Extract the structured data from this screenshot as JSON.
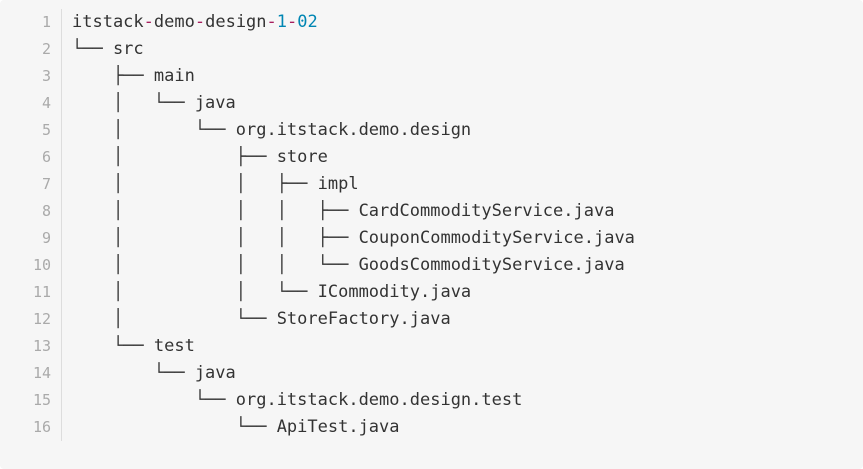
{
  "code_block": {
    "language": "text",
    "background_color": "#f6f6f6",
    "text_color": "#333333",
    "gutter_color": "#aaaaaa",
    "divider_color": "#dddddd",
    "accent_operator_color": "#a71d5d",
    "accent_number_color": "#0086b3",
    "line_count": 16,
    "lines": [
      {
        "number": "1",
        "text": "itstack-demo-design-1-02",
        "tokens": [
          {
            "t": "itstack",
            "k": "text"
          },
          {
            "t": "-",
            "k": "op"
          },
          {
            "t": "demo",
            "k": "text"
          },
          {
            "t": "-",
            "k": "op"
          },
          {
            "t": "design",
            "k": "text"
          },
          {
            "t": "-",
            "k": "op"
          },
          {
            "t": "1",
            "k": "num"
          },
          {
            "t": "-",
            "k": "op"
          },
          {
            "t": "02",
            "k": "num"
          }
        ]
      },
      {
        "number": "2",
        "text": "└── src",
        "tokens": [
          {
            "t": "└── src",
            "k": "text"
          }
        ]
      },
      {
        "number": "3",
        "text": "    ├── main",
        "tokens": [
          {
            "t": "    ├── main",
            "k": "text"
          }
        ]
      },
      {
        "number": "4",
        "text": "    │   └── java",
        "tokens": [
          {
            "t": "    │   └── java",
            "k": "text"
          }
        ]
      },
      {
        "number": "5",
        "text": "    │       └── org.itstack.demo.design",
        "tokens": [
          {
            "t": "    │       └── org.itstack.demo.design",
            "k": "text"
          }
        ]
      },
      {
        "number": "6",
        "text": "    │           ├── store",
        "tokens": [
          {
            "t": "    │           ├── store",
            "k": "text"
          }
        ]
      },
      {
        "number": "7",
        "text": "    │           │   ├── impl",
        "tokens": [
          {
            "t": "    │           │   ├── impl",
            "k": "text"
          }
        ]
      },
      {
        "number": "8",
        "text": "    │           │   │   ├── CardCommodityService.java",
        "tokens": [
          {
            "t": "    │           │   │   ├── CardCommodityService.java",
            "k": "text"
          }
        ]
      },
      {
        "number": "9",
        "text": "    │           │   │   ├── CouponCommodityService.java",
        "tokens": [
          {
            "t": "    │           │   │   ├── CouponCommodityService.java",
            "k": "text"
          }
        ]
      },
      {
        "number": "10",
        "text": "    │           │   │   └── GoodsCommodityService.java",
        "tokens": [
          {
            "t": "    │           │   │   └── GoodsCommodityService.java",
            "k": "text"
          }
        ]
      },
      {
        "number": "11",
        "text": "    │           │   └── ICommodity.java",
        "tokens": [
          {
            "t": "    │           │   └── ICommodity.java",
            "k": "text"
          }
        ]
      },
      {
        "number": "12",
        "text": "    │           └── StoreFactory.java",
        "tokens": [
          {
            "t": "    │           └── StoreFactory.java",
            "k": "text"
          }
        ]
      },
      {
        "number": "13",
        "text": "    └── test",
        "tokens": [
          {
            "t": "    └── test",
            "k": "text"
          }
        ]
      },
      {
        "number": "14",
        "text": "        └── java",
        "tokens": [
          {
            "t": "        └── java",
            "k": "text"
          }
        ]
      },
      {
        "number": "15",
        "text": "            └── org.itstack.demo.design.test",
        "tokens": [
          {
            "t": "            └── org.itstack.demo.design.test",
            "k": "text"
          }
        ]
      },
      {
        "number": "16",
        "text": "                └── ApiTest.java",
        "tokens": [
          {
            "t": "                └── ApiTest.java",
            "k": "text"
          }
        ]
      }
    ]
  }
}
